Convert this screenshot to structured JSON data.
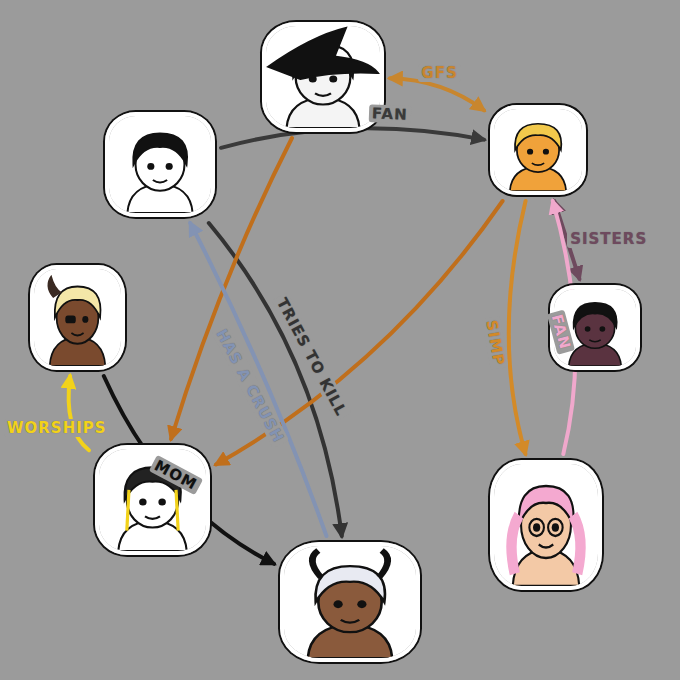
{
  "diagram": {
    "nodes": [
      {
        "text": []
      },
      {
        "text": []
      },
      {
        "text": []
      },
      {
        "text": []
      },
      {
        "text": []
      },
      {
        "text": []
      },
      {
        "text": []
      },
      {
        "text": []
      }
    ],
    "edges": [
      {
        "from": 0,
        "to": 2,
        "label": "GFS",
        "arrow": "both"
      },
      {
        "from": 1,
        "to": 2,
        "label": "FAN",
        "arrow": "to"
      },
      {
        "from": 1,
        "to": 7,
        "label": "TRIES TO KILL",
        "arrow": "to"
      },
      {
        "from": 0,
        "to": 5,
        "arrow": "to"
      },
      {
        "from": 2,
        "to": 5,
        "arrow": "to"
      },
      {
        "from": 7,
        "to": 1,
        "label": "HAS A CRUSH",
        "arrow": "to"
      },
      {
        "from": 3,
        "to": 7,
        "label": "MOM",
        "arrow": "to"
      },
      {
        "from": 2,
        "to": 4,
        "label": "SISTERS",
        "arrow": "both"
      },
      {
        "from": 6,
        "to": 2,
        "label": "FAN",
        "arrow": "to"
      },
      {
        "from": 2,
        "to": 6,
        "label": "SIMP",
        "arrow": "to"
      },
      {
        "from": 5,
        "to": 3,
        "label": "WORSHIPS",
        "arrow": "to"
      }
    ]
  }
}
